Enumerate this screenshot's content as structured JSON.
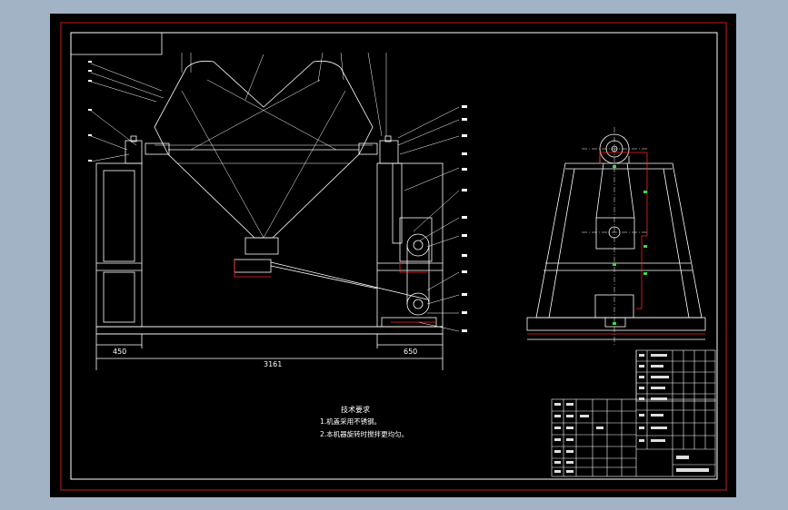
{
  "drawing": {
    "tech_title": "技术要求",
    "tech_line1": "1.机盖采用不锈钢。",
    "tech_line2": "2.本机器旋转时搅拌更均匀。",
    "dim_left": "450",
    "dim_total": "3161",
    "dim_right": "650",
    "colors": {
      "background": "#000000",
      "frame_outer": "#a3b3c6",
      "border_red": "#d01818",
      "lines": "#ffffff",
      "accent_red": "#ff2020",
      "accent_green": "#30e040"
    }
  }
}
